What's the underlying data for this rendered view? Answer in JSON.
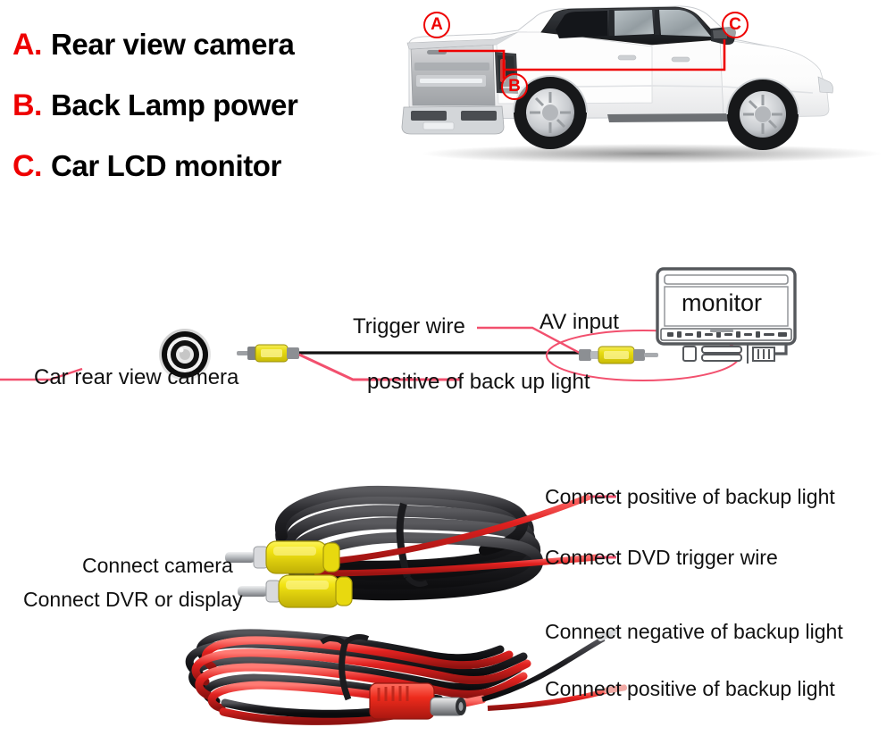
{
  "page": {
    "title": "Rear view camera installation diagram",
    "background": "#ffffff",
    "accent_red": "#ee0000",
    "wire_red": "#f2506e",
    "wire_black": "#1a1a1a"
  },
  "legend": {
    "items": [
      {
        "letter": "A.",
        "label": "Rear view camera"
      },
      {
        "letter": "B.",
        "label": "Back Lamp power"
      },
      {
        "letter": "C.",
        "label": "Car LCD monitor"
      }
    ]
  },
  "vehicle": {
    "description": "white pickup truck rear three-quarter view",
    "callouts": [
      {
        "id": "A",
        "label": "A"
      },
      {
        "id": "B",
        "label": "B"
      },
      {
        "id": "C",
        "label": "C"
      }
    ]
  },
  "wiring_diagram": {
    "camera_label": "Car rear view camera",
    "trigger_label": "Trigger wire",
    "positive_label": "positive of back up light",
    "av_input_label": "AV input",
    "monitor_label": "monitor",
    "camera_icon": "camera-lens-icon",
    "connector_icon": "rca-plug-icon"
  },
  "cable_section": {
    "left_labels": [
      "Connect camera",
      "Connect DVR or display"
    ],
    "right_labels": [
      "Connect positive of backup light",
      "Connect DVD trigger wire"
    ],
    "photo": "video-extension-cable-coil"
  },
  "power_section": {
    "right_labels": [
      "Connect negative of backup light",
      "Connect positive of backup light"
    ],
    "photo": "power-cable-coil-with-dc-plug"
  }
}
